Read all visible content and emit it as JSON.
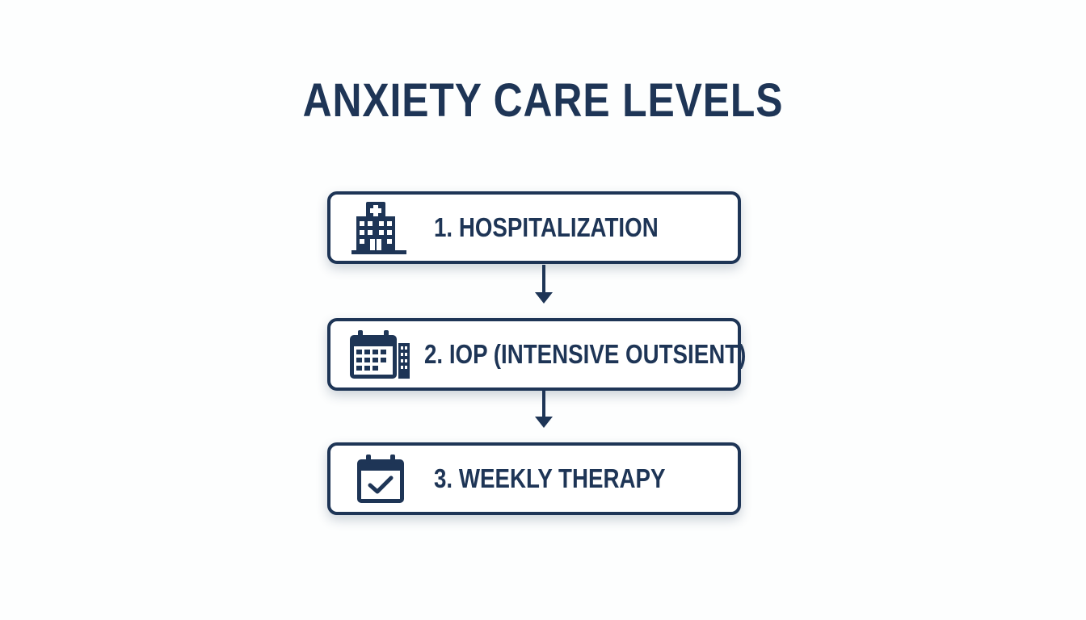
{
  "title": "ANXIETY CARE LEVELS",
  "steps": [
    {
      "label": "1. HOSPITALIZATION",
      "icon": "hospital-building-icon"
    },
    {
      "label": "2. IOP (INTENSIVE OUTSIENT)",
      "icon": "calendar-building-icon"
    },
    {
      "label": "3. WEEKLY THERAPY",
      "icon": "calendar-check-icon"
    }
  ],
  "colors": {
    "primary": "#1e3556",
    "background": "#fdfefe",
    "box_fill": "#ffffff"
  }
}
